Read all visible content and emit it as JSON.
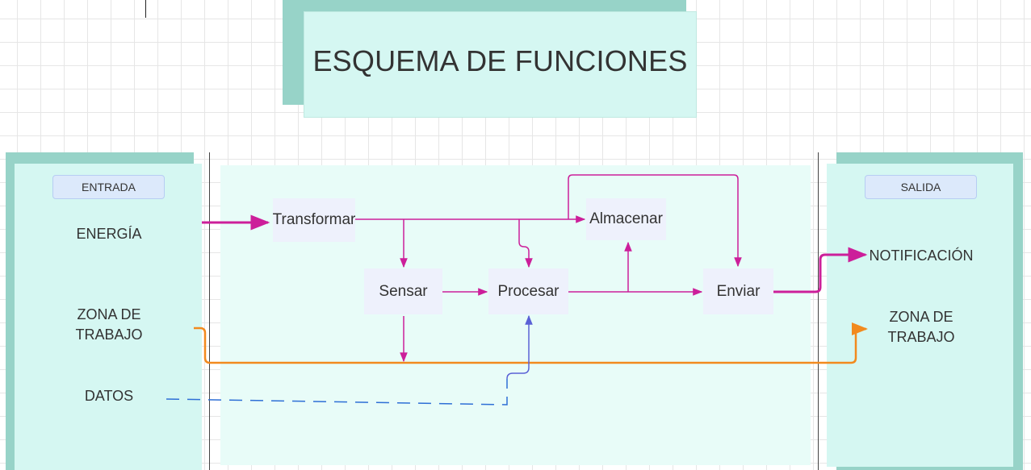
{
  "title": "ESQUEMA DE FUNCIONES",
  "input": {
    "header": "ENTRADA",
    "energy": "ENERGÍA",
    "work_zone_line1": "ZONA DE",
    "work_zone_line2": "TRABAJO",
    "data": "DATOS"
  },
  "output": {
    "header": "SALIDA",
    "notification": "NOTIFICACIÓN",
    "work_zone_line1": "ZONA DE",
    "work_zone_line2": "TRABAJO"
  },
  "functions": {
    "transform": "Transformar",
    "store": "Almacenar",
    "sense": "Sensar",
    "process": "Procesar",
    "send": "Enviar"
  },
  "colors": {
    "energy_flow": "#cc1f9a",
    "material_flow": "#f28a1e",
    "signal_flow": "#5a61d6",
    "data_flow": "#2e6fd6",
    "panel": "#d5f7f2",
    "panel_shadow": "#97d3c8",
    "header_pill": "#dce9fb"
  }
}
